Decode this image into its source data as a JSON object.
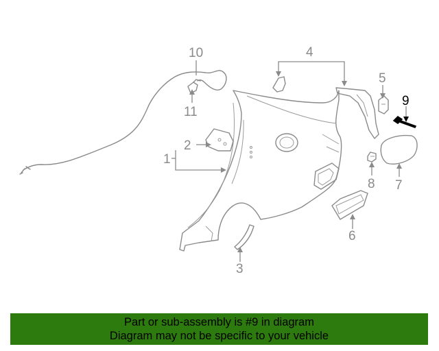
{
  "diagram": {
    "callouts": [
      {
        "id": "1",
        "label": "1"
      },
      {
        "id": "2",
        "label": "2"
      },
      {
        "id": "3",
        "label": "3"
      },
      {
        "id": "4",
        "label": "4"
      },
      {
        "id": "5",
        "label": "5"
      },
      {
        "id": "6",
        "label": "6"
      },
      {
        "id": "7",
        "label": "7"
      },
      {
        "id": "8",
        "label": "8"
      },
      {
        "id": "9",
        "label": "9"
      },
      {
        "id": "10",
        "label": "10"
      },
      {
        "id": "11",
        "label": "11"
      }
    ],
    "highlighted_part": "9",
    "colors": {
      "line": "#8a8a8a",
      "highlight": "#000000",
      "banner_bg": "#2d7a0e"
    }
  },
  "banner": {
    "line1": "Part or sub-assembly is #9 in diagram",
    "line2": "Diagram may not be specific to your vehicle"
  }
}
